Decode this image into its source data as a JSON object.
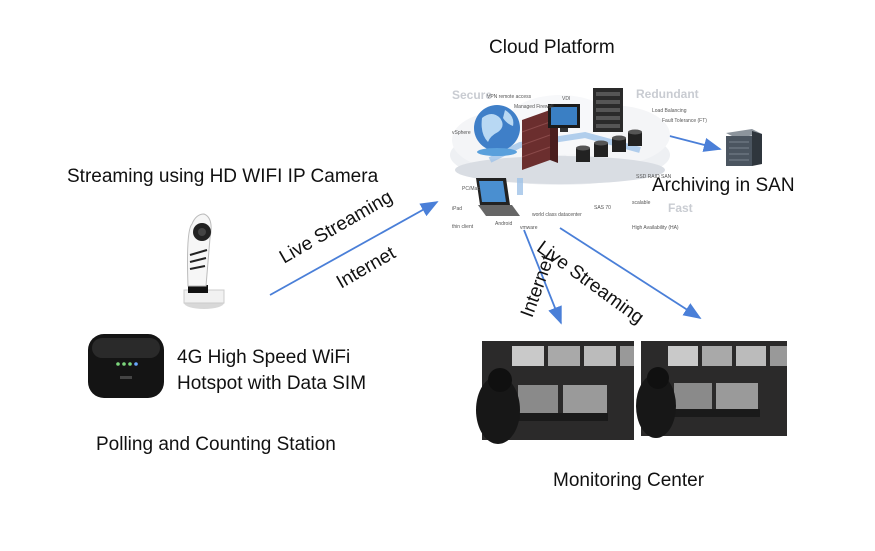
{
  "title": "Cloud Platform",
  "camera_label": "Streaming using HD WIFI IP Camera",
  "hotspot_label_line1": "4G High Speed WiFi",
  "hotspot_label_line2": "Hotspot with Data SIM",
  "station_label": "Polling  and Counting Station",
  "archive_label": "Archiving in SAN",
  "monitoring_label": "Monitoring Center",
  "link_camera_to_cloud": {
    "top": "Live Streaming",
    "bottom": "Internet"
  },
  "link_cloud_to_monitor": {
    "left": "Internet",
    "right": "Live Streaming"
  },
  "cloud_graphic": {
    "words": {
      "secure": "Secure",
      "redundant": "Redundant",
      "fast": "Fast"
    },
    "small": {
      "vpn": "VPN remote access",
      "firewall": "Managed Firewall",
      "vdi": "VDI",
      "lb": "Load Balancing",
      "ft": "Fault Tolerance (FT)",
      "vsphere": "vSphere",
      "ssd": "SSD RAID SAN",
      "scalable": "scalable",
      "sas": "SAS 70",
      "wcd": "world class datacenter",
      "ha": "High Availability (HA)",
      "vmware": "vmware",
      "android": "Android",
      "pcmac": "PC/Mac",
      "ipad": "iPad",
      "thin": "thin client"
    }
  },
  "arrow_color": "#4a7fd8"
}
